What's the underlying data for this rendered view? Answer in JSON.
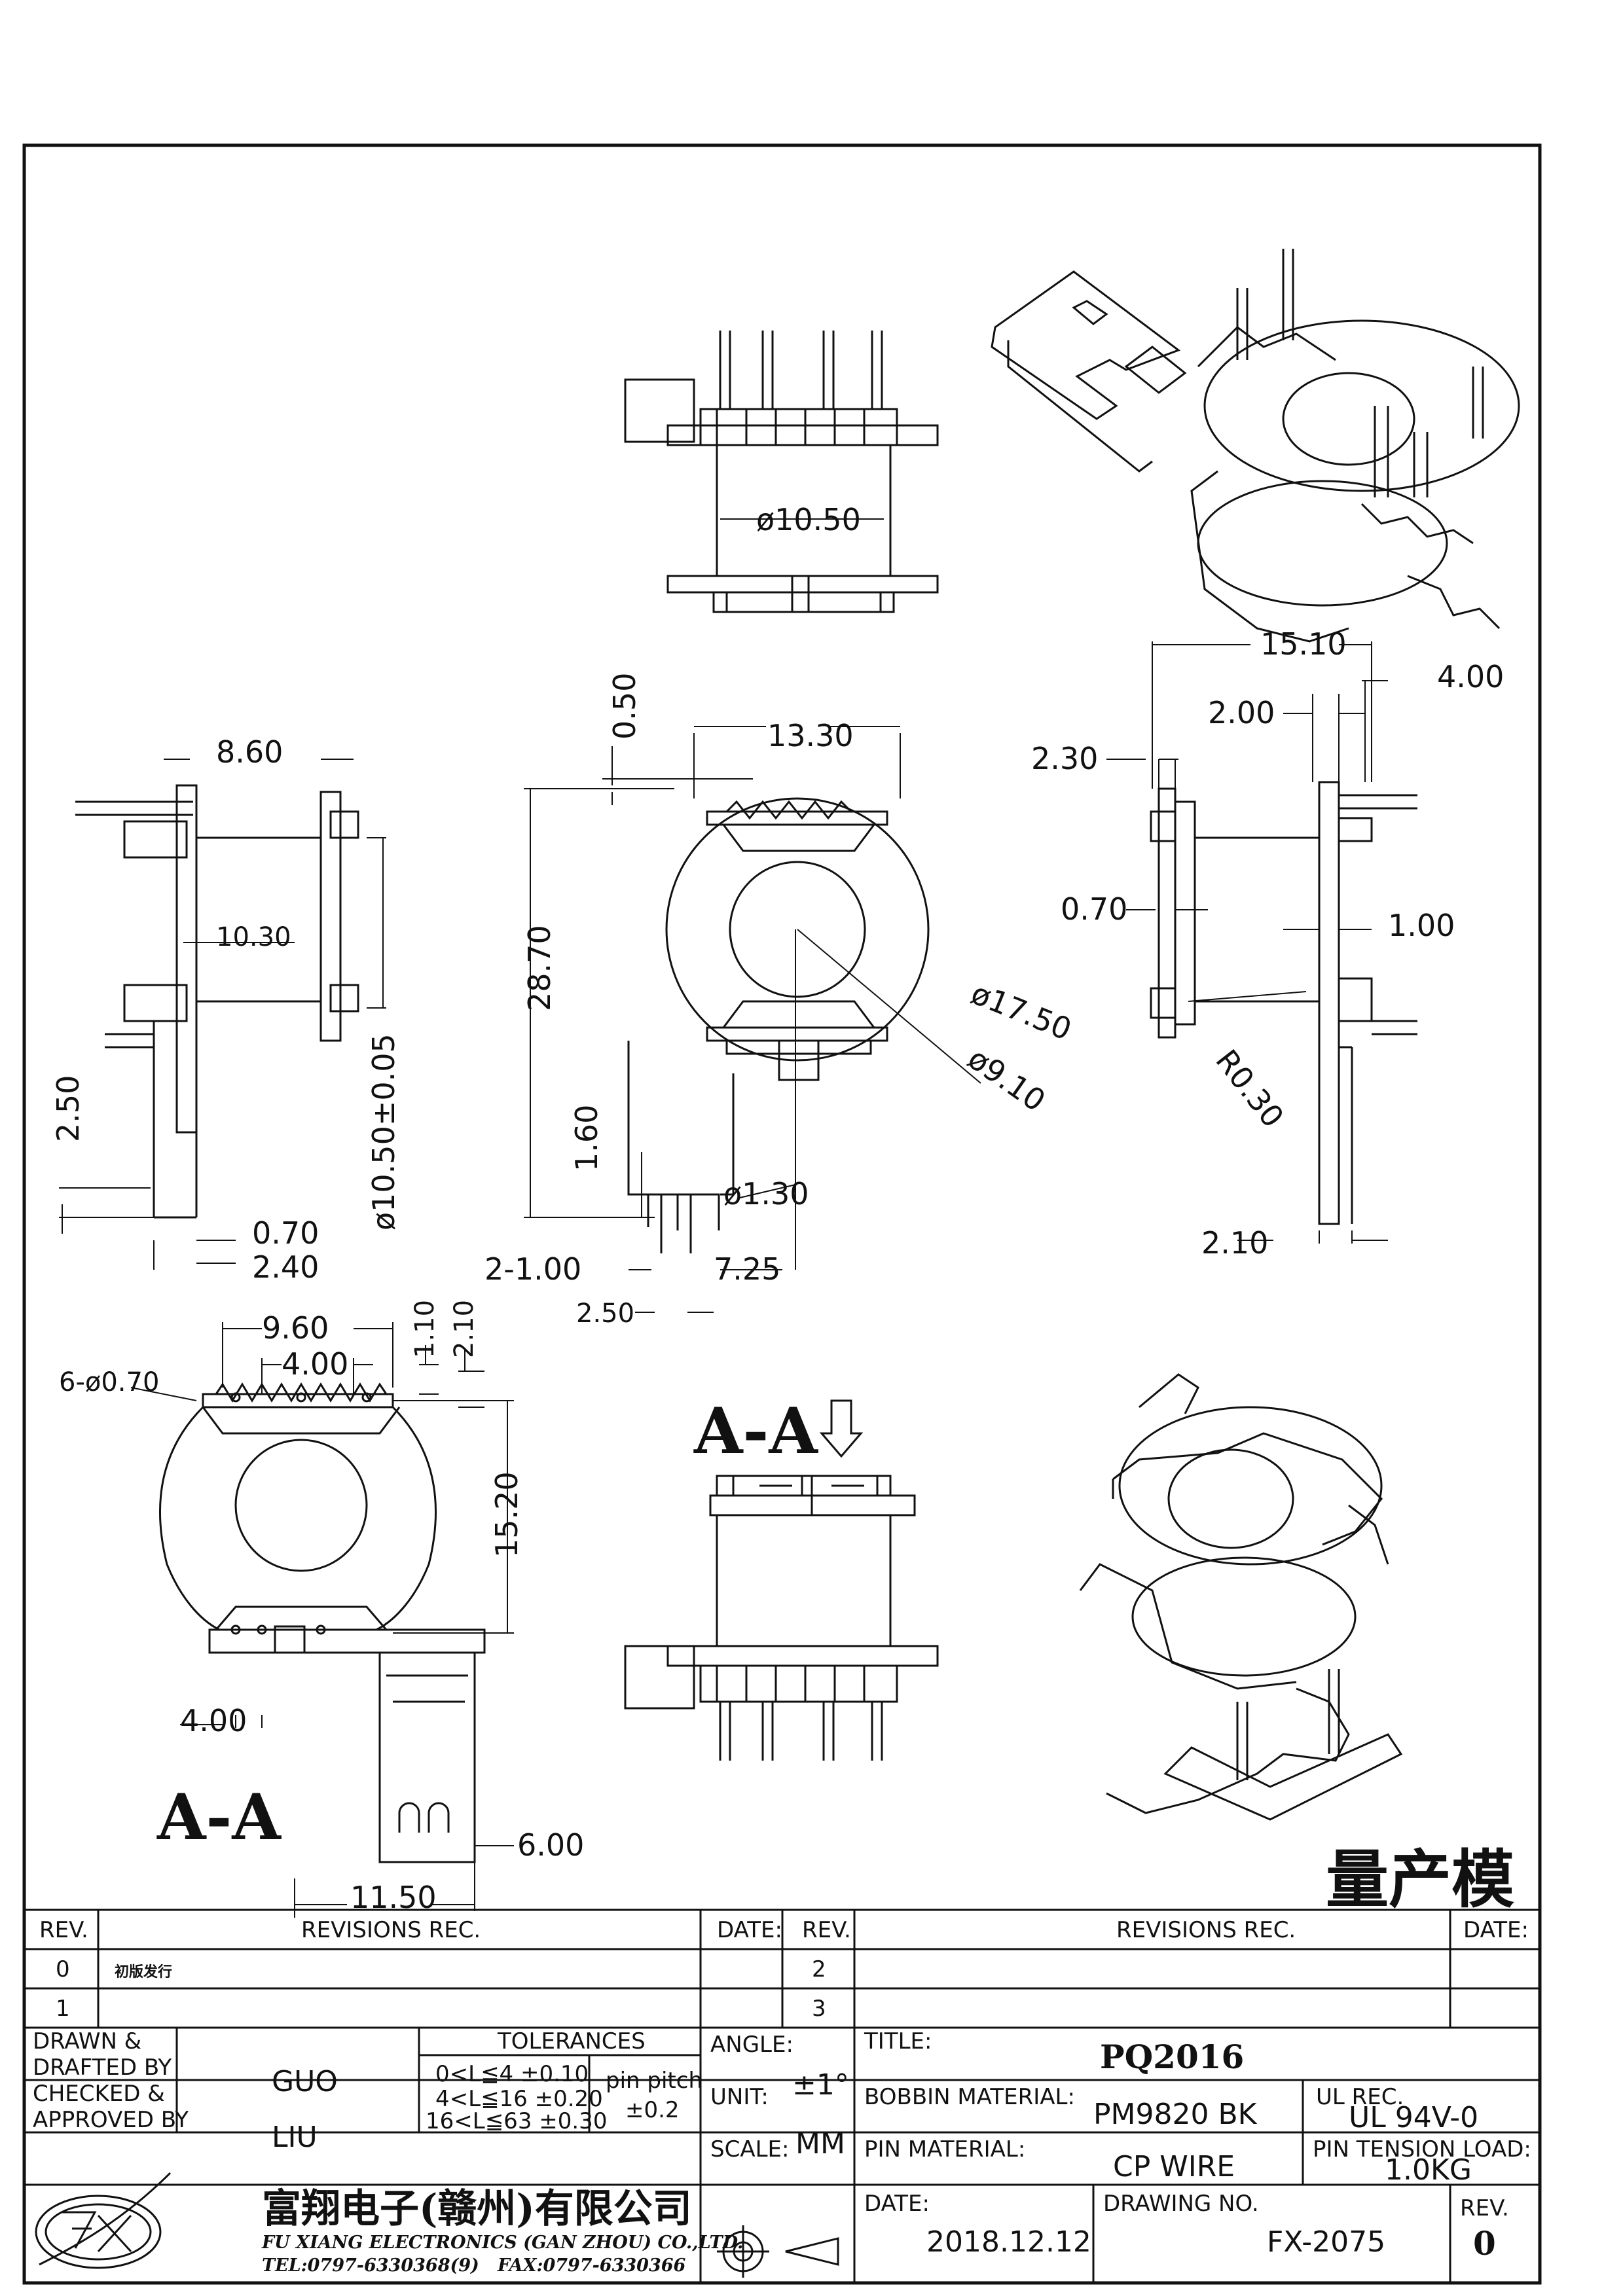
{
  "views": {
    "section_label": "A-A",
    "section_label_bottom": "A-A",
    "top_view": {
      "dia": "ø10.50"
    },
    "left_view": {
      "w": "8.60",
      "inner": "10.30",
      "dia": "ø10.50±0.05",
      "h1": "2.50",
      "h2": "0.70",
      "h3": "2.40"
    },
    "front_view": {
      "w": "13.30",
      "gap": "0.50",
      "h": "28.70",
      "d1": "ø17.50",
      "d2": "ø9.10",
      "pin_h": "1.60",
      "pin_d": "ø1.30",
      "pin_p": "2-1.00",
      "off": "7.25",
      "pin_sp": "2.50"
    },
    "right_view": {
      "w": "15.10",
      "a": "2.00",
      "b": "4.00",
      "c": "2.30",
      "d": "0.70",
      "e": "1.00",
      "r": "R0.30",
      "f": "2.10"
    },
    "section_view": {
      "w1": "9.60",
      "w2": "4.00",
      "h1": "1.10",
      "h2": "2.10",
      "holes": "6-ø0.70",
      "h": "15.20",
      "p": "4.00",
      "wd": "11.50",
      "t": "6.00"
    }
  },
  "stamp": "量产模",
  "title_block": {
    "rev_header": "REV.",
    "revisions_header": "REVISIONS   REC.",
    "date_header": "DATE:",
    "rows_left": [
      {
        "rev": "0",
        "text": "初版发行"
      },
      {
        "rev": "1",
        "text": ""
      }
    ],
    "rows_right": [
      {
        "rev": "2",
        "text": ""
      },
      {
        "rev": "3",
        "text": ""
      }
    ],
    "drawn_label": "DRAWN &\nDRAFTED BY",
    "drawn_by": "GUO",
    "checked_label": "CHECKED &\nAPPROVED BY",
    "checked_by": "LIU",
    "tolerances_label": "TOLERANCES",
    "tol_lines": [
      "0<L≦4   ±0.10",
      "4<L≦16  ±0.20",
      "16<L≦63 ±0.30"
    ],
    "pin_pitch_label": "pin pitch",
    "pin_pitch": "±0.2",
    "angle_label": "ANGLE:",
    "angle": "±1°",
    "unit_label": "UNIT:",
    "unit": "MM",
    "scale_label": "SCALE:",
    "title_label": "TITLE:",
    "title": "PQ2016",
    "bobbin_label": "BOBBIN MATERIAL:",
    "bobbin": "PM9820 BK",
    "ul_label": "UL REC.",
    "ul": "UL 94V-0",
    "pin_mat_label": "PIN MATERIAL:",
    "pin_mat": "CP WIRE",
    "tension_label": "PIN TENSION LOAD:",
    "tension": "1.0KG",
    "date_label": "DATE:",
    "date": "2018.12.12",
    "drawing_no_label": "DRAWING NO.",
    "drawing_no": "FX-2075",
    "rev_label": "REV.",
    "rev": "0",
    "company_cn": "富翔电子(赣州)有限公司",
    "company_en": "FU XIANG ELECTRONICS (GAN ZHOU) CO.,LTD.",
    "tel": "TEL:0797-6330368(9)",
    "fax": "FAX:0797-6330366"
  }
}
